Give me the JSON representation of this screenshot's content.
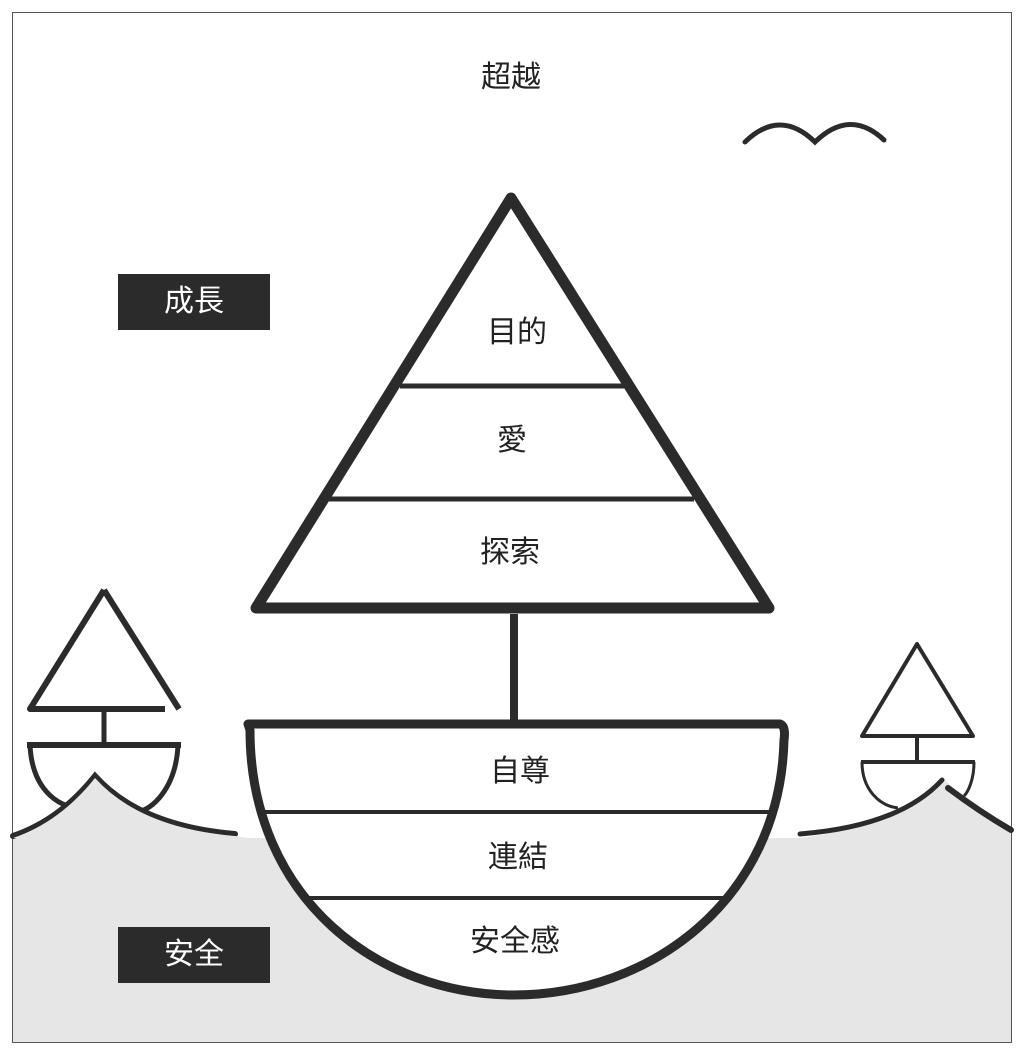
{
  "diagram": {
    "title_top": "超越",
    "side_tags": {
      "growth": "成長",
      "safety": "安全"
    },
    "sail_layers": [
      {
        "label": "目的"
      },
      {
        "label": "愛"
      },
      {
        "label": "探索"
      }
    ],
    "hull_layers": [
      {
        "label": "自尊"
      },
      {
        "label": "連結"
      },
      {
        "label": "安全感"
      }
    ],
    "colors": {
      "stroke": "#2b2b2b",
      "water": "#e6e6e6",
      "tag_bg": "#2b2b2b",
      "tag_text": "#ffffff",
      "background": "#ffffff"
    }
  }
}
